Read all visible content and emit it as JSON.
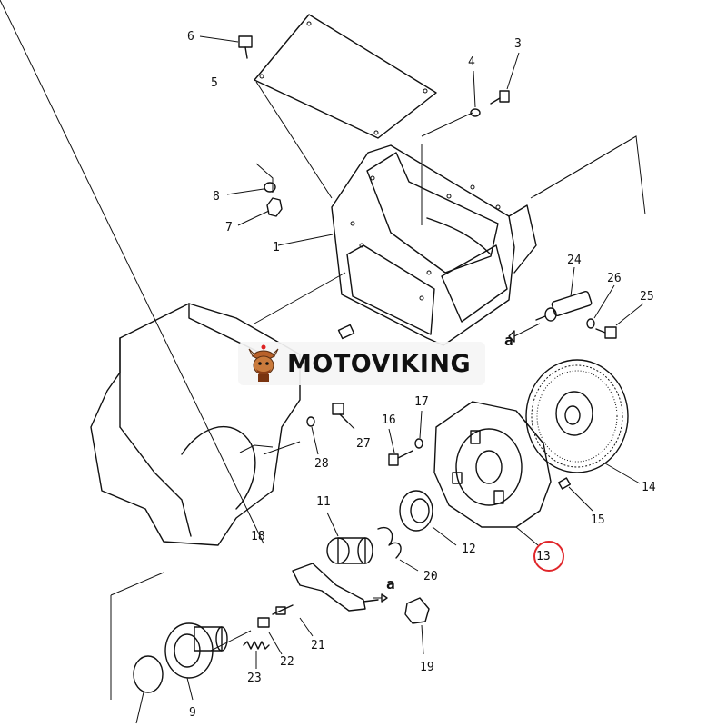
{
  "diagram": {
    "callouts": [
      "1",
      "3",
      "4",
      "5",
      "6",
      "7",
      "8",
      "9",
      "11",
      "12",
      "13",
      "14",
      "15",
      "16",
      "17",
      "18",
      "19",
      "20",
      "21",
      "22",
      "23",
      "24",
      "25",
      "26",
      "27",
      "28"
    ],
    "arrow_labels": [
      "a",
      "a"
    ],
    "highlight": {
      "label": "13",
      "color": "#e0262a"
    }
  },
  "watermark": {
    "brand": "MOTOVIKING",
    "logo_icon": "viking-mascot-icon"
  }
}
